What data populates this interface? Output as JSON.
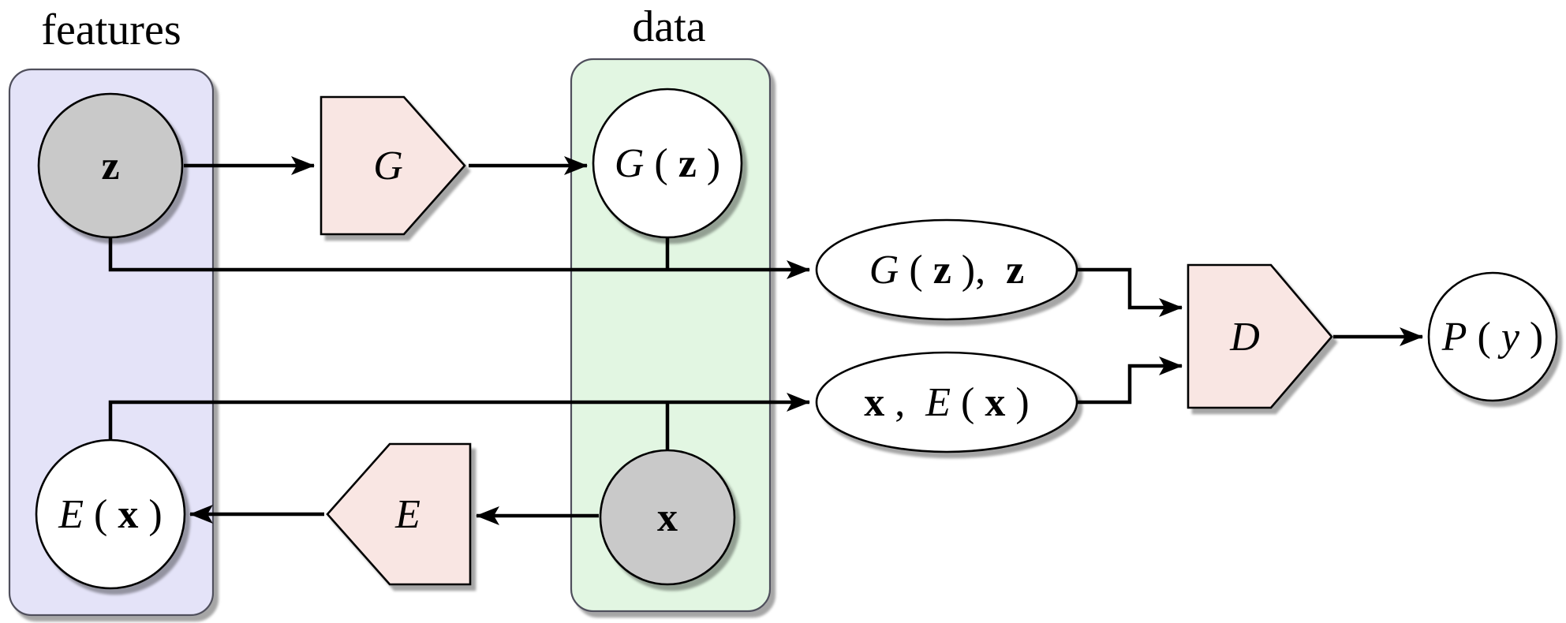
{
  "figure": {
    "group_labels": {
      "features": "features",
      "data": "data"
    },
    "nodes": {
      "z": [
        "z"
      ],
      "G": [
        "G"
      ],
      "Gz": [
        "G",
        "(",
        "z",
        ")"
      ],
      "Ex": [
        "E",
        "(",
        "x",
        ")"
      ],
      "E": [
        "E"
      ],
      "x": [
        "x"
      ],
      "Gz_z": [
        "G",
        "(",
        "z",
        "), ",
        "z"
      ],
      "x_Ex": [
        "x",
        ", ",
        "E",
        "(",
        "x",
        ")"
      ],
      "D": [
        "D"
      ],
      "Py": [
        "P",
        "(",
        "y",
        ")"
      ]
    },
    "colors": {
      "features_box": "#e4e3f8",
      "data_box": "#e2f6e2",
      "latent_node": "#c9c9c9",
      "model_shape": "#f9e6e3",
      "io_node": "#ffffff",
      "edge": "#000000"
    }
  }
}
